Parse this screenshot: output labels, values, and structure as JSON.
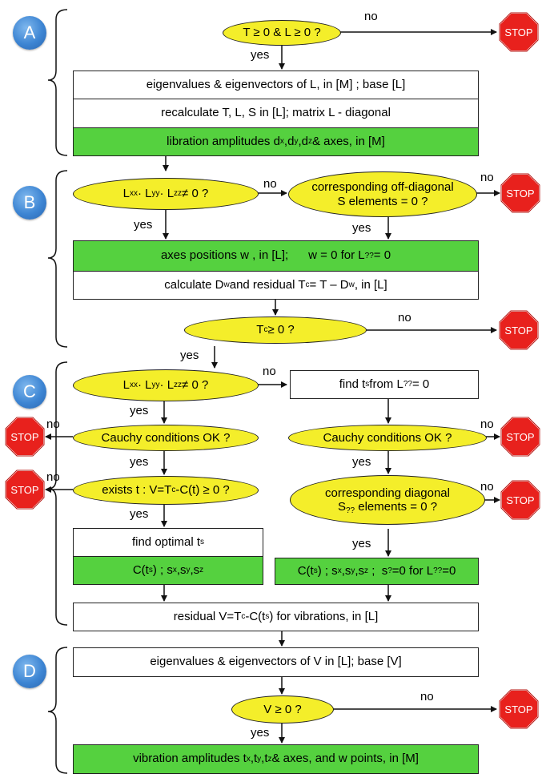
{
  "sections": {
    "a": "A",
    "b": "B",
    "c": "C",
    "d": "D"
  },
  "stop_label": "STOP",
  "edge_labels": {
    "yes": "yes",
    "no": "no"
  },
  "nodes": {
    "a_decision": "T ≥ 0 & L ≥ 0 ?",
    "a_box1": "eigenvalues & eigenvectors of L, in [M] ; base [L]",
    "a_box2": "recalculate T, L, S in [L]; matrix L - diagonal",
    "a_box3": {
      "pre": "libration amplitudes d",
      "s1": "x",
      "c1": ",d",
      "s2": "y",
      "c2": ",d",
      "s3": "z",
      "post": " & axes, in [M]"
    },
    "b_decision1": {
      "p1": "L",
      "s1": "xx",
      "p2": " · L",
      "s2": "yy",
      "p3": " · L",
      "s3": "zz",
      "p4": " ≠ 0 ?"
    },
    "b_decision2": {
      "line1": "corresponding off-diagonal",
      "line2": "S elements = 0 ?"
    },
    "b_box1": {
      "pre": "axes positions w , in [L];      w = 0 for L",
      "sub": "??",
      "post": " = 0"
    },
    "b_box2": {
      "p1": "calculate D",
      "s1": "w",
      "p2": " and residual T",
      "s2": "c",
      "p3": " = T – D",
      "s3": "w",
      "p4": " , in [L]"
    },
    "b_decision3": {
      "p1": "T",
      "s1": "c",
      "p2": " ≥ 0 ?"
    },
    "c_decision1": {
      "p1": "L",
      "s1": "xx",
      "p2": " · L",
      "s2": "yy",
      "p3": " · L",
      "s3": "zz",
      "p4": " ≠ 0 ?"
    },
    "c_box_find": {
      "p1": "find t",
      "s1": "s",
      "p2": " from L",
      "s2": "??",
      "p3": " = 0"
    },
    "c_left_cauchy": "Cauchy conditions OK ?",
    "c_right_cauchy": "Cauchy conditions OK ?",
    "c_exists": {
      "p1": "exists t : V=T",
      "s1": "c",
      "p2": "-C(t) ≥ 0 ?"
    },
    "c_diag": {
      "line1": "corresponding diagonal",
      "p1": "S",
      "s1": "??",
      "p2": " elements = 0 ?"
    },
    "c_optimal": {
      "p1": "find optimal t",
      "s1": "s"
    },
    "c_left_green": {
      "p1": "C(t",
      "s1": "s",
      "p2": ") ; s",
      "s2": "x",
      "p3": ",s",
      "s3": "y",
      "p4": ",s",
      "s4": "z"
    },
    "c_right_green": {
      "p1": "C(t",
      "s1": "s",
      "p2": ") ; s",
      "s2": "x",
      "p3": ",s",
      "s3": "y",
      "p4": ",s",
      "s4": "z",
      "p5": " ;  s",
      "s5": "?",
      "p6": "=0 for L",
      "s6": "??",
      "p7": "=0"
    },
    "c_residual": {
      "p1": "residual V=T",
      "s1": "c",
      "p2": "-C(t",
      "s2": "s",
      "p3": ") for vibrations, in [L]"
    },
    "d_box1": "eigenvalues & eigenvectors of V in [L]; base [V]",
    "d_decision": "V ≥ 0 ?",
    "d_box2": {
      "p1": "vibration amplitudes t",
      "s1": "x",
      "p2": ",t",
      "s2": "y",
      "p3": ",t",
      "s3": "z",
      "p4": " & axes, and w points, in [M]"
    }
  },
  "colors": {
    "decision": "#f4ee2a",
    "result": "#55d13f",
    "stop": "#e8211d",
    "badge": "#3d85d3"
  }
}
